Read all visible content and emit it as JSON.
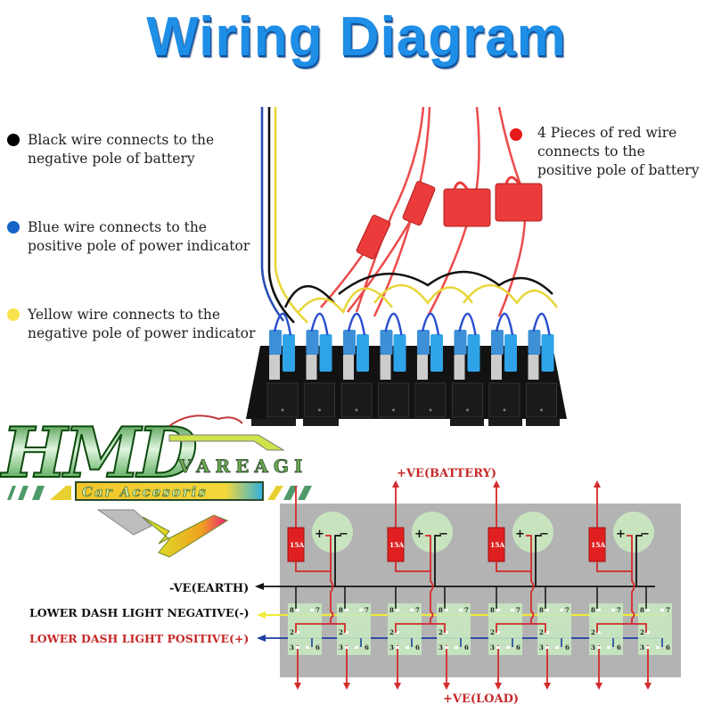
{
  "title": "Wiring Diagram",
  "legend": [
    {
      "color_name": "black",
      "color": "#000000",
      "line1": "Black wire connects to the",
      "line2": "negative pole of battery"
    },
    {
      "color_name": "blue",
      "color": "#1565c8",
      "line1": "Blue wire connects to the",
      "line2": "positive pole of power indicator"
    },
    {
      "color_name": "yellow",
      "color": "#f7e24a",
      "line1": "Yellow wire connects to the",
      "line2": "negative pole of power indicator"
    },
    {
      "color_name": "red",
      "color": "#e61a1a",
      "line1": "4 Pieces of red wire",
      "line2": "connects to the",
      "line3": "positive pole of battery"
    }
  ],
  "logo": {
    "brand": "HMD",
    "subbrand": "VAREAGI",
    "tagline": "Car Accesoris"
  },
  "photo": {
    "switch_count": 8,
    "fuse_count": 4
  },
  "diagram": {
    "top_label": "+VE(BATTERY)",
    "bottom_label": "+VE(LOAD)",
    "earth_label": "-VE(EARTH)",
    "negative_label": "LOWER DASH LIGHT NEGATIVE(-)",
    "positive_label": "LOWER DASH LIGHT POSITIVE(+)",
    "fuse_rating": "15A",
    "fuse_count": 4,
    "switch_count": 8,
    "plus_sign": "+",
    "minus_sign": "−",
    "pins": {
      "p8": "8",
      "p7": "7",
      "p2": "2",
      "p3": "3",
      "p6": "6"
    },
    "colors": {
      "red": "#d42a2a",
      "black": "#111111",
      "yellow": "#f0ea3a",
      "blue": "#1d3fa0",
      "panel": "#b3b3b3",
      "pad": "#c7e8bf",
      "label_red": "#c62828"
    }
  }
}
